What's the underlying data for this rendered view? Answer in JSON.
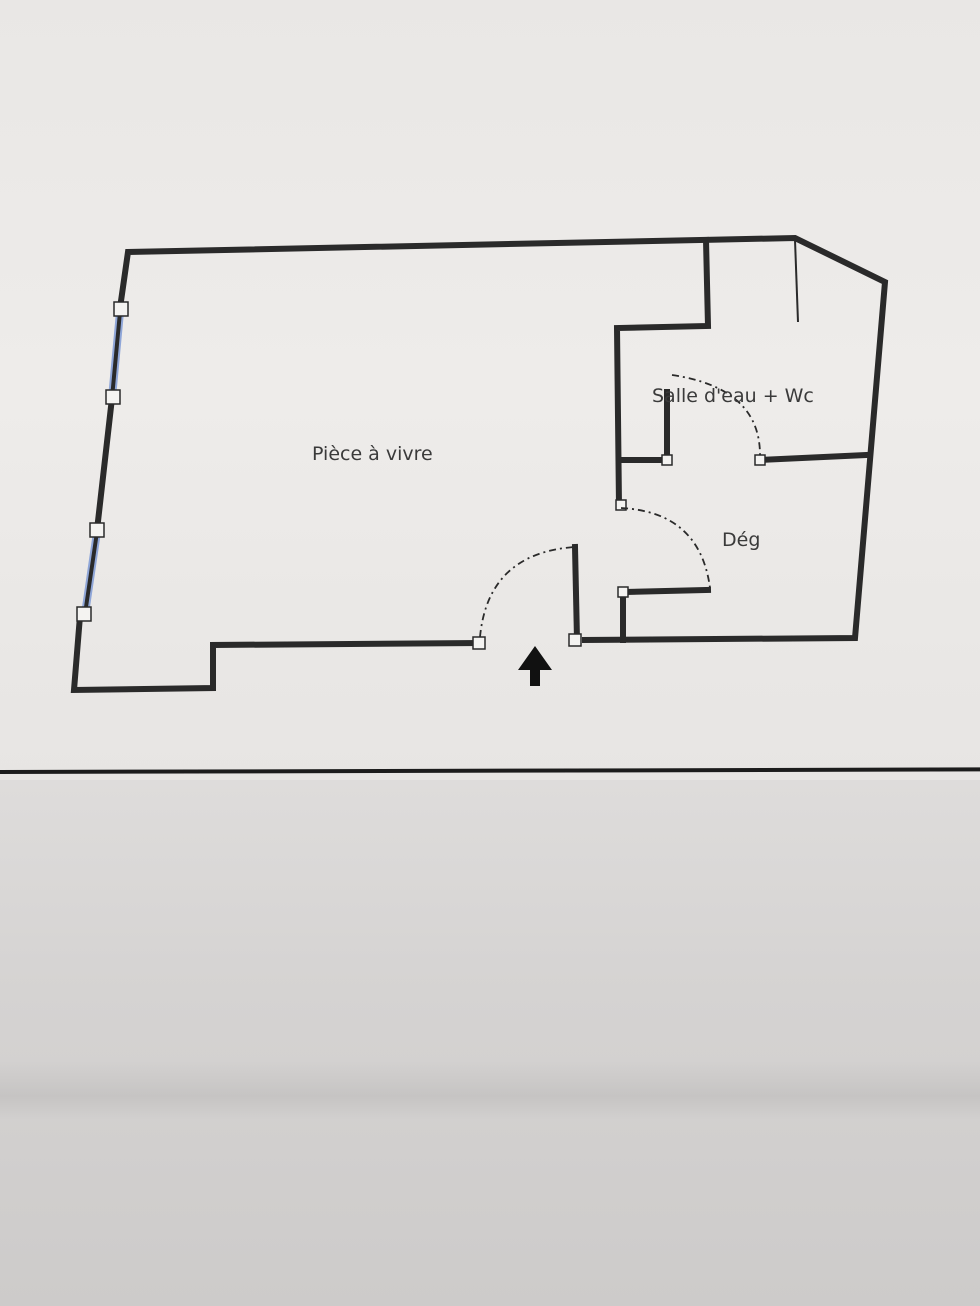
{
  "floor_plan": {
    "rooms": [
      {
        "id": "living",
        "label": "Pièce à vivre"
      },
      {
        "id": "bathroom",
        "label": "Salle d'eau + Wc"
      },
      {
        "id": "hallway",
        "label": "Dég"
      }
    ],
    "entrance_arrow": "entrance-arrow-icon"
  },
  "colors": {
    "wall": "#2a2a2a",
    "window_glass": "#8fa6d8",
    "label": "#3a3a3a",
    "paper": "#ebe9e7"
  }
}
